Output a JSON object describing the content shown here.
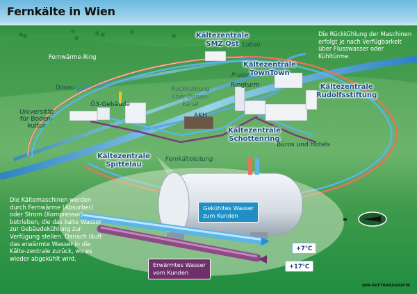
{
  "title": "Fernkälte in Wien",
  "notes": {
    "cooling_info": "Die Rückkühlung der Maschinen erfolgt je nach Verfügbarkeit über Flusswasser oder Kühltürme.",
    "machine_info": "Die Kältemaschinen werden durch Fernwärme (Absorber) oder Strom (Kompressor) betrieben, die das kalte Wasser zur Gebäudekühlung zur Verfügung stellen. Danach läuft das erwärmte Wasser in die Kälte-zentrale zurück, wo es wieder abgekühlt wird."
  },
  "plants": {
    "smz_ost": [
      "Kältezentrale",
      "SMZ Ost"
    ],
    "towntown": [
      "Kältezentrale",
      "TownTown"
    ],
    "rudolfsstiftung": [
      "Kältezentrale",
      "Rudolfsstiftung"
    ],
    "schottenring": [
      "Kältezentrale",
      "Schottenring"
    ],
    "spittelau": [
      "Kältezentrale",
      "Spittelau"
    ]
  },
  "places": {
    "ring": "Fernwärme-Ring",
    "donau": "Donau",
    "lobau": "Lobau",
    "prater": "Prater",
    "ringturm": "Ringturm",
    "oe3": "Ö3-Gebäude",
    "boku": [
      "Universität",
      "für Boden-",
      "kultur"
    ],
    "akh": "AKH",
    "bueros": "Büros und Hotels",
    "rueckkuehlung": [
      "Rückkühlung",
      "über Donau-",
      "kanal"
    ],
    "fernkaelteleitung": "Fernkälteleitung"
  },
  "detail": {
    "cooled_label": [
      "Gekühltes Wasser",
      "zum Kunden"
    ],
    "warmed_label": [
      "Erwärmtes Wasser",
      "vom Kunden"
    ],
    "temp_cold": "+7°C",
    "temp_warm": "+17°C"
  },
  "colors": {
    "warm_pipe": "#e8735a",
    "cold_pipe": "#5bb6e6",
    "return_pipe": "#7b3a78",
    "river": "#2a8bd4",
    "plant_label": "#1b4f8a"
  },
  "icons": {
    "north_arrow": "compass-needle-icon"
  },
  "credit": "APA-AUFTRAGSGRAFIK"
}
